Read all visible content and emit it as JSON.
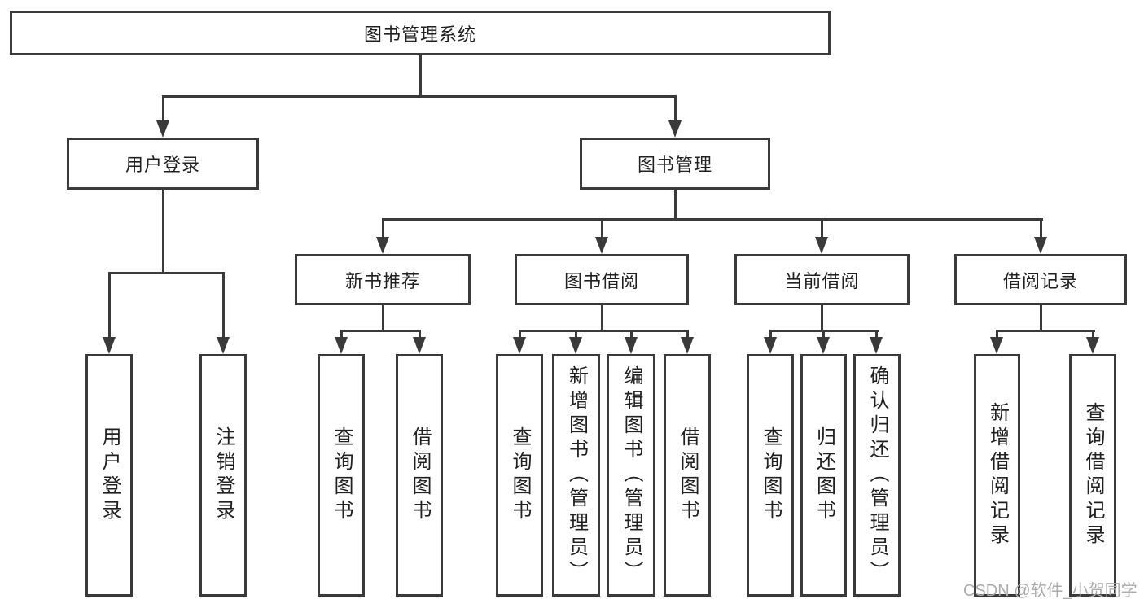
{
  "diagram": {
    "type": "hierarchy-tree",
    "root": "图书管理系统",
    "level2": {
      "user_login": "用户登录",
      "book_mgmt": "图书管理"
    },
    "level3": {
      "new_books": "新书推荐",
      "book_borrowing": "图书借阅",
      "current_borrowing": "当前借阅",
      "borrowing_records": "借阅记录"
    },
    "leaves": {
      "user_login": [
        "用户登录",
        "注销登录"
      ],
      "new_books": [
        "查询图书",
        "借阅图书"
      ],
      "book_borrowing": [
        "查询图书",
        "新增图书（管理员）",
        "编辑图书（管理员）",
        "借阅图书"
      ],
      "current_borrowing": [
        "查询图书",
        "归还图书",
        "确认归还（管理员）"
      ],
      "borrowing_records": [
        "新增借阅记录",
        "查询借阅记录"
      ]
    }
  },
  "watermark": "CSDN @软件_小贺同学",
  "colors": {
    "line": "#3a3a3a",
    "text": "#212121",
    "watermark": "#ababab",
    "background": "#ffffff"
  }
}
